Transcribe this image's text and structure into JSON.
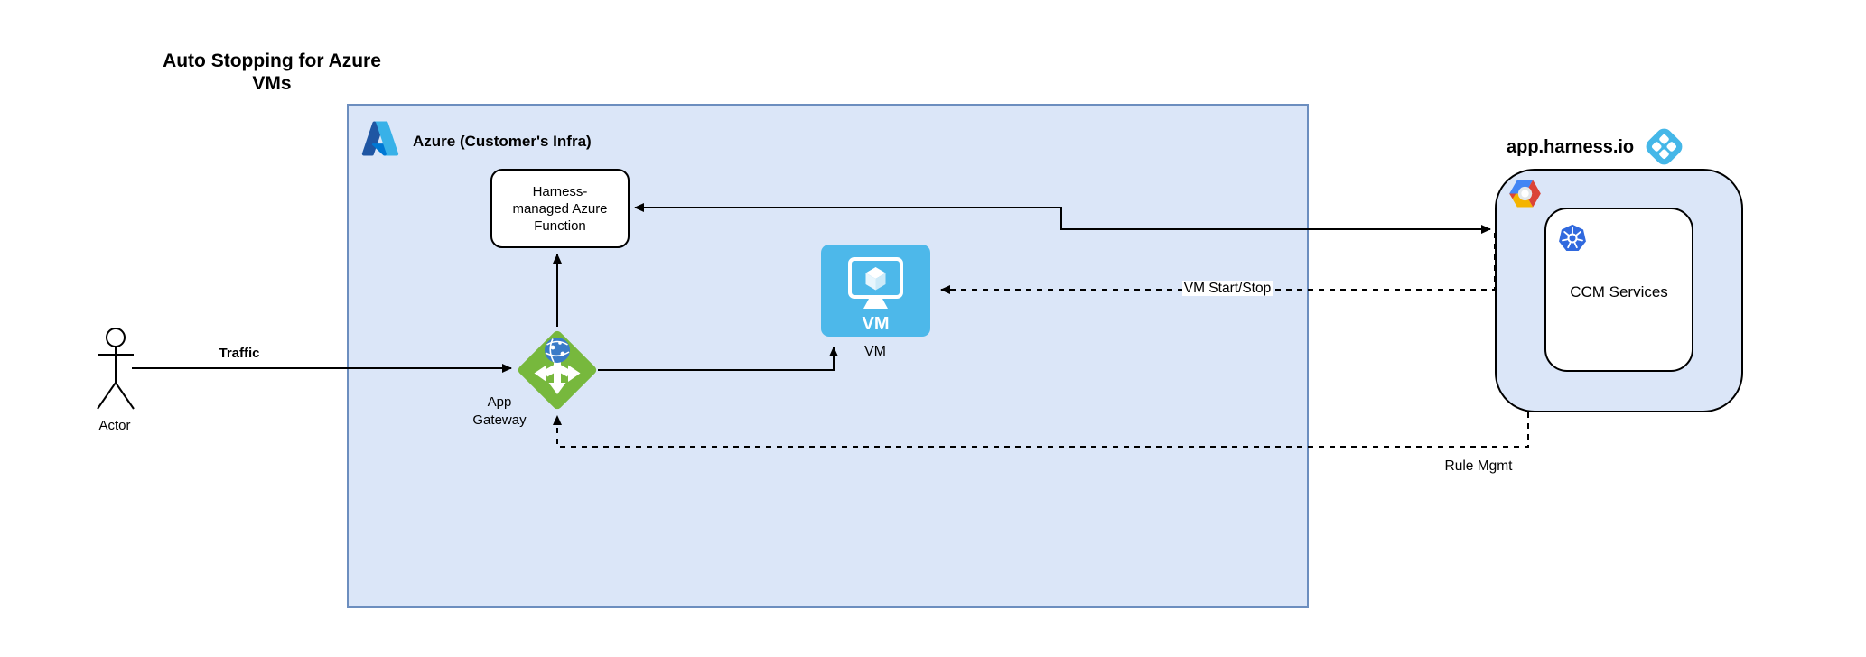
{
  "title": "Auto Stopping for Azure\nVMs",
  "actor": {
    "label": "Actor"
  },
  "azure": {
    "label": "Azure (Customer's Infra)"
  },
  "function_box": {
    "label": "Harness-\nmanaged Azure\nFunction"
  },
  "vm": {
    "icon_text": "VM",
    "label": "VM"
  },
  "app_gateway": {
    "label": "App\nGateway"
  },
  "harness": {
    "title": "app.harness.io",
    "ccm_label": "CCM Services"
  },
  "edges": {
    "traffic": "Traffic",
    "vm_start_stop": "VM Start/Stop",
    "rule_mgmt": "Rule Mgmt"
  },
  "icons": {
    "azure_logo": "Azure 'A' logo",
    "harness_logo": "Harness rounded diamond with four cutouts",
    "gcp_logo": "Google Cloud hexagon",
    "kubernetes_logo": "Kubernetes helm wheel heptagon",
    "vm_icon": "Monitor with cube (Azure VM)",
    "app_gateway_icon": "Green diamond with three-way arrow and globe",
    "actor_icon": "UML stick figure"
  },
  "colors": {
    "azure_fill": "#dbe6f8",
    "azure_border": "#6c8ebf",
    "harness_fill": "#dbe6f8",
    "vm_blue": "#4db8ea",
    "gateway_green": "#77b83d",
    "harness_blue": "#45b7e8",
    "k8s_blue": "#3069de",
    "gcp_blue": "#4285f4",
    "gcp_red": "#db4437",
    "gcp_yellow": "#f4b400",
    "azure_dark": "#1f56a3",
    "azure_mid": "#0078d4",
    "azure_light": "#38b1e8",
    "globe_blue": "#3a7bc8",
    "line": "#000000"
  }
}
